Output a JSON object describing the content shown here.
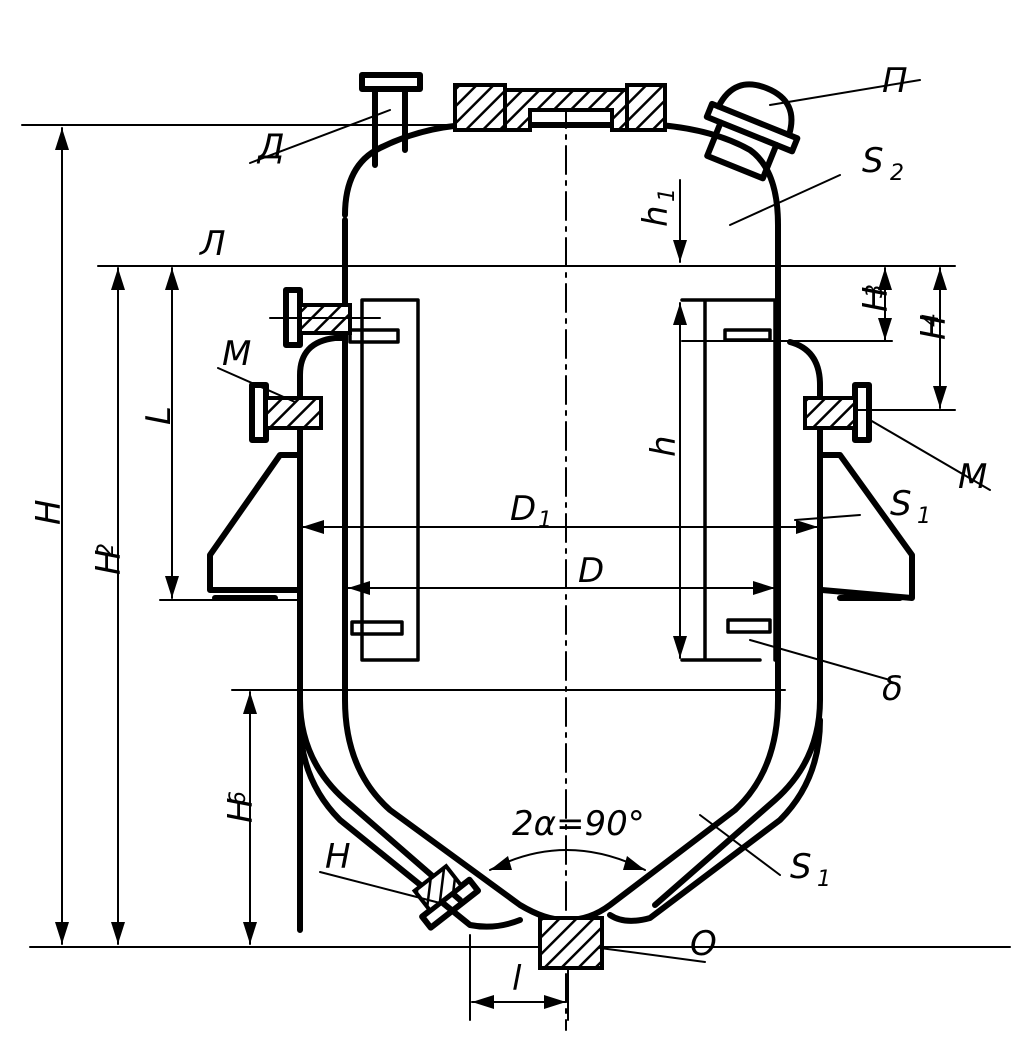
{
  "labels": {
    "P": "П",
    "D_top": "Д",
    "L_nozzle": "Л",
    "M_left": "М",
    "M_right": "М",
    "H_nozzle": "Н",
    "O_nozzle": "О",
    "S2": "S",
    "S2_sub": "2",
    "S1_mid": "S",
    "S1_mid_sub": "1",
    "S1_bot": "S",
    "S1_bot_sub": "1",
    "delta": "δ",
    "D1": "D",
    "D1_sub": "1",
    "D": "D",
    "h1": "h",
    "h1_sub": "1",
    "h": "h",
    "H3": "H",
    "H3_sub": "3",
    "H4": "H",
    "H4_sub": "4",
    "H": "H",
    "H2": "H",
    "H2_sub": "2",
    "L_dim": "L",
    "H6": "H",
    "H6_sub": "6",
    "l_dim": "l",
    "angle": "2α=90°"
  }
}
